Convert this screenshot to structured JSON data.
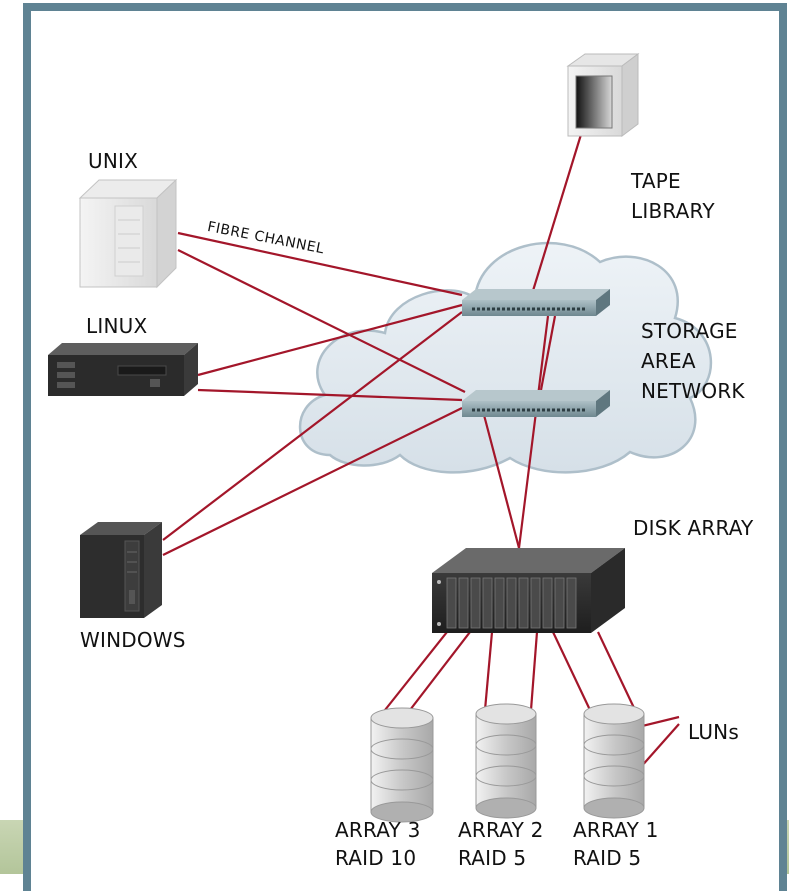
{
  "labels": {
    "unix": "UNIX",
    "linux": "LINUX",
    "windows": "WINDOWS",
    "fibre_channel": "FIBRE CHANNEL",
    "tape_library": [
      "TAPE",
      "LIBRARY"
    ],
    "san": [
      "STORAGE",
      "AREA",
      "NETWORK"
    ],
    "disk_array": "DISK ARRAY",
    "luns": "LUNs"
  },
  "arrays": [
    {
      "name": "ARRAY 3",
      "raid": "RAID 10"
    },
    {
      "name": "ARRAY 2",
      "raid": "RAID 5"
    },
    {
      "name": "ARRAY 1",
      "raid": "RAID 5"
    }
  ],
  "colors": {
    "frame": "#5f8393",
    "link": "#a3162a",
    "cloud": "#dfe7ee",
    "cloud_edge": "#aebfca",
    "switch": "#8fa6ae",
    "device_dark": "#2b2b2b",
    "bottom_band": "#b8c99f"
  },
  "icons": [
    "server-icon",
    "rack-server-icon",
    "tower-pc-icon",
    "tape-library-icon",
    "switch-icon",
    "disk-array-icon",
    "database-icon",
    "cloud-icon"
  ]
}
